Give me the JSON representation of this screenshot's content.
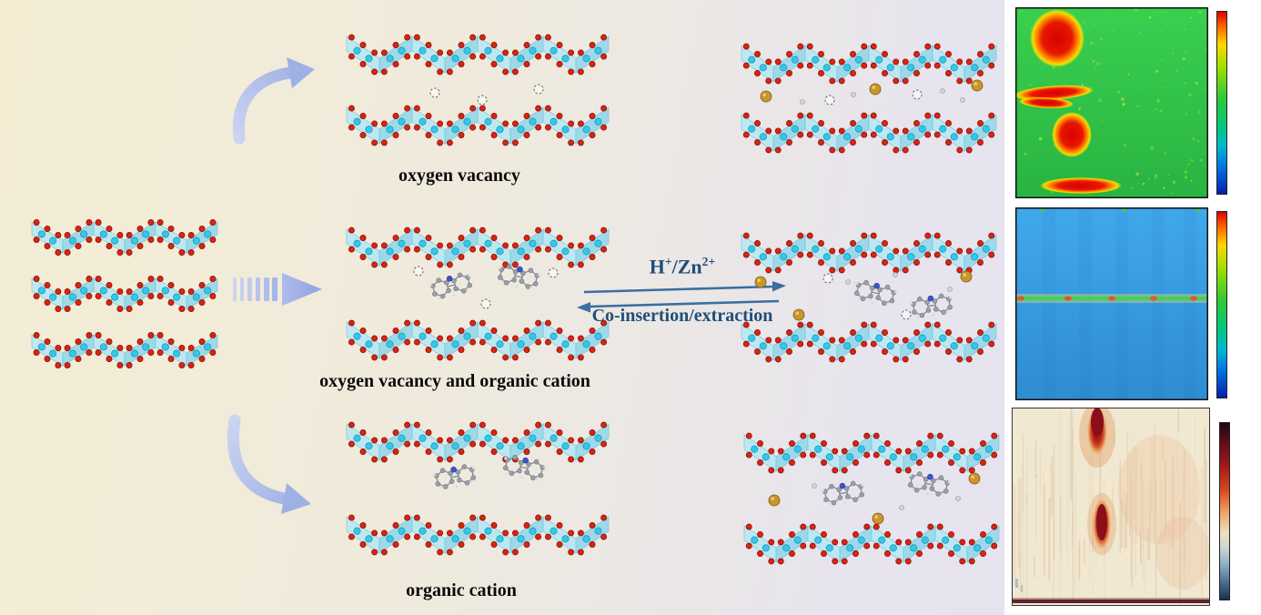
{
  "labels": {
    "oxygen_vacancy": "oxygen vacancy",
    "oxygen_vacancy_and_organic_cation": "oxygen vacancy and organic cation",
    "organic_cation": "organic cation"
  },
  "reaction": {
    "f1": "H",
    "f1sup": "+",
    "f2": "/Zn",
    "f2sup": "2+",
    "reverse": "Co-insertion/extraction"
  },
  "colors": {
    "arrow_accent": "#a9b6e8",
    "reaction_text": "#1f4e79",
    "polyhedra": "#a8e0f0",
    "oxygen_atom": "#dd2211",
    "metal_atom_cyan": "#38c6e6",
    "zinc_atom": "#c8962c",
    "background_left": "#f4edd4",
    "background_right": "#e3e1f0"
  }
}
